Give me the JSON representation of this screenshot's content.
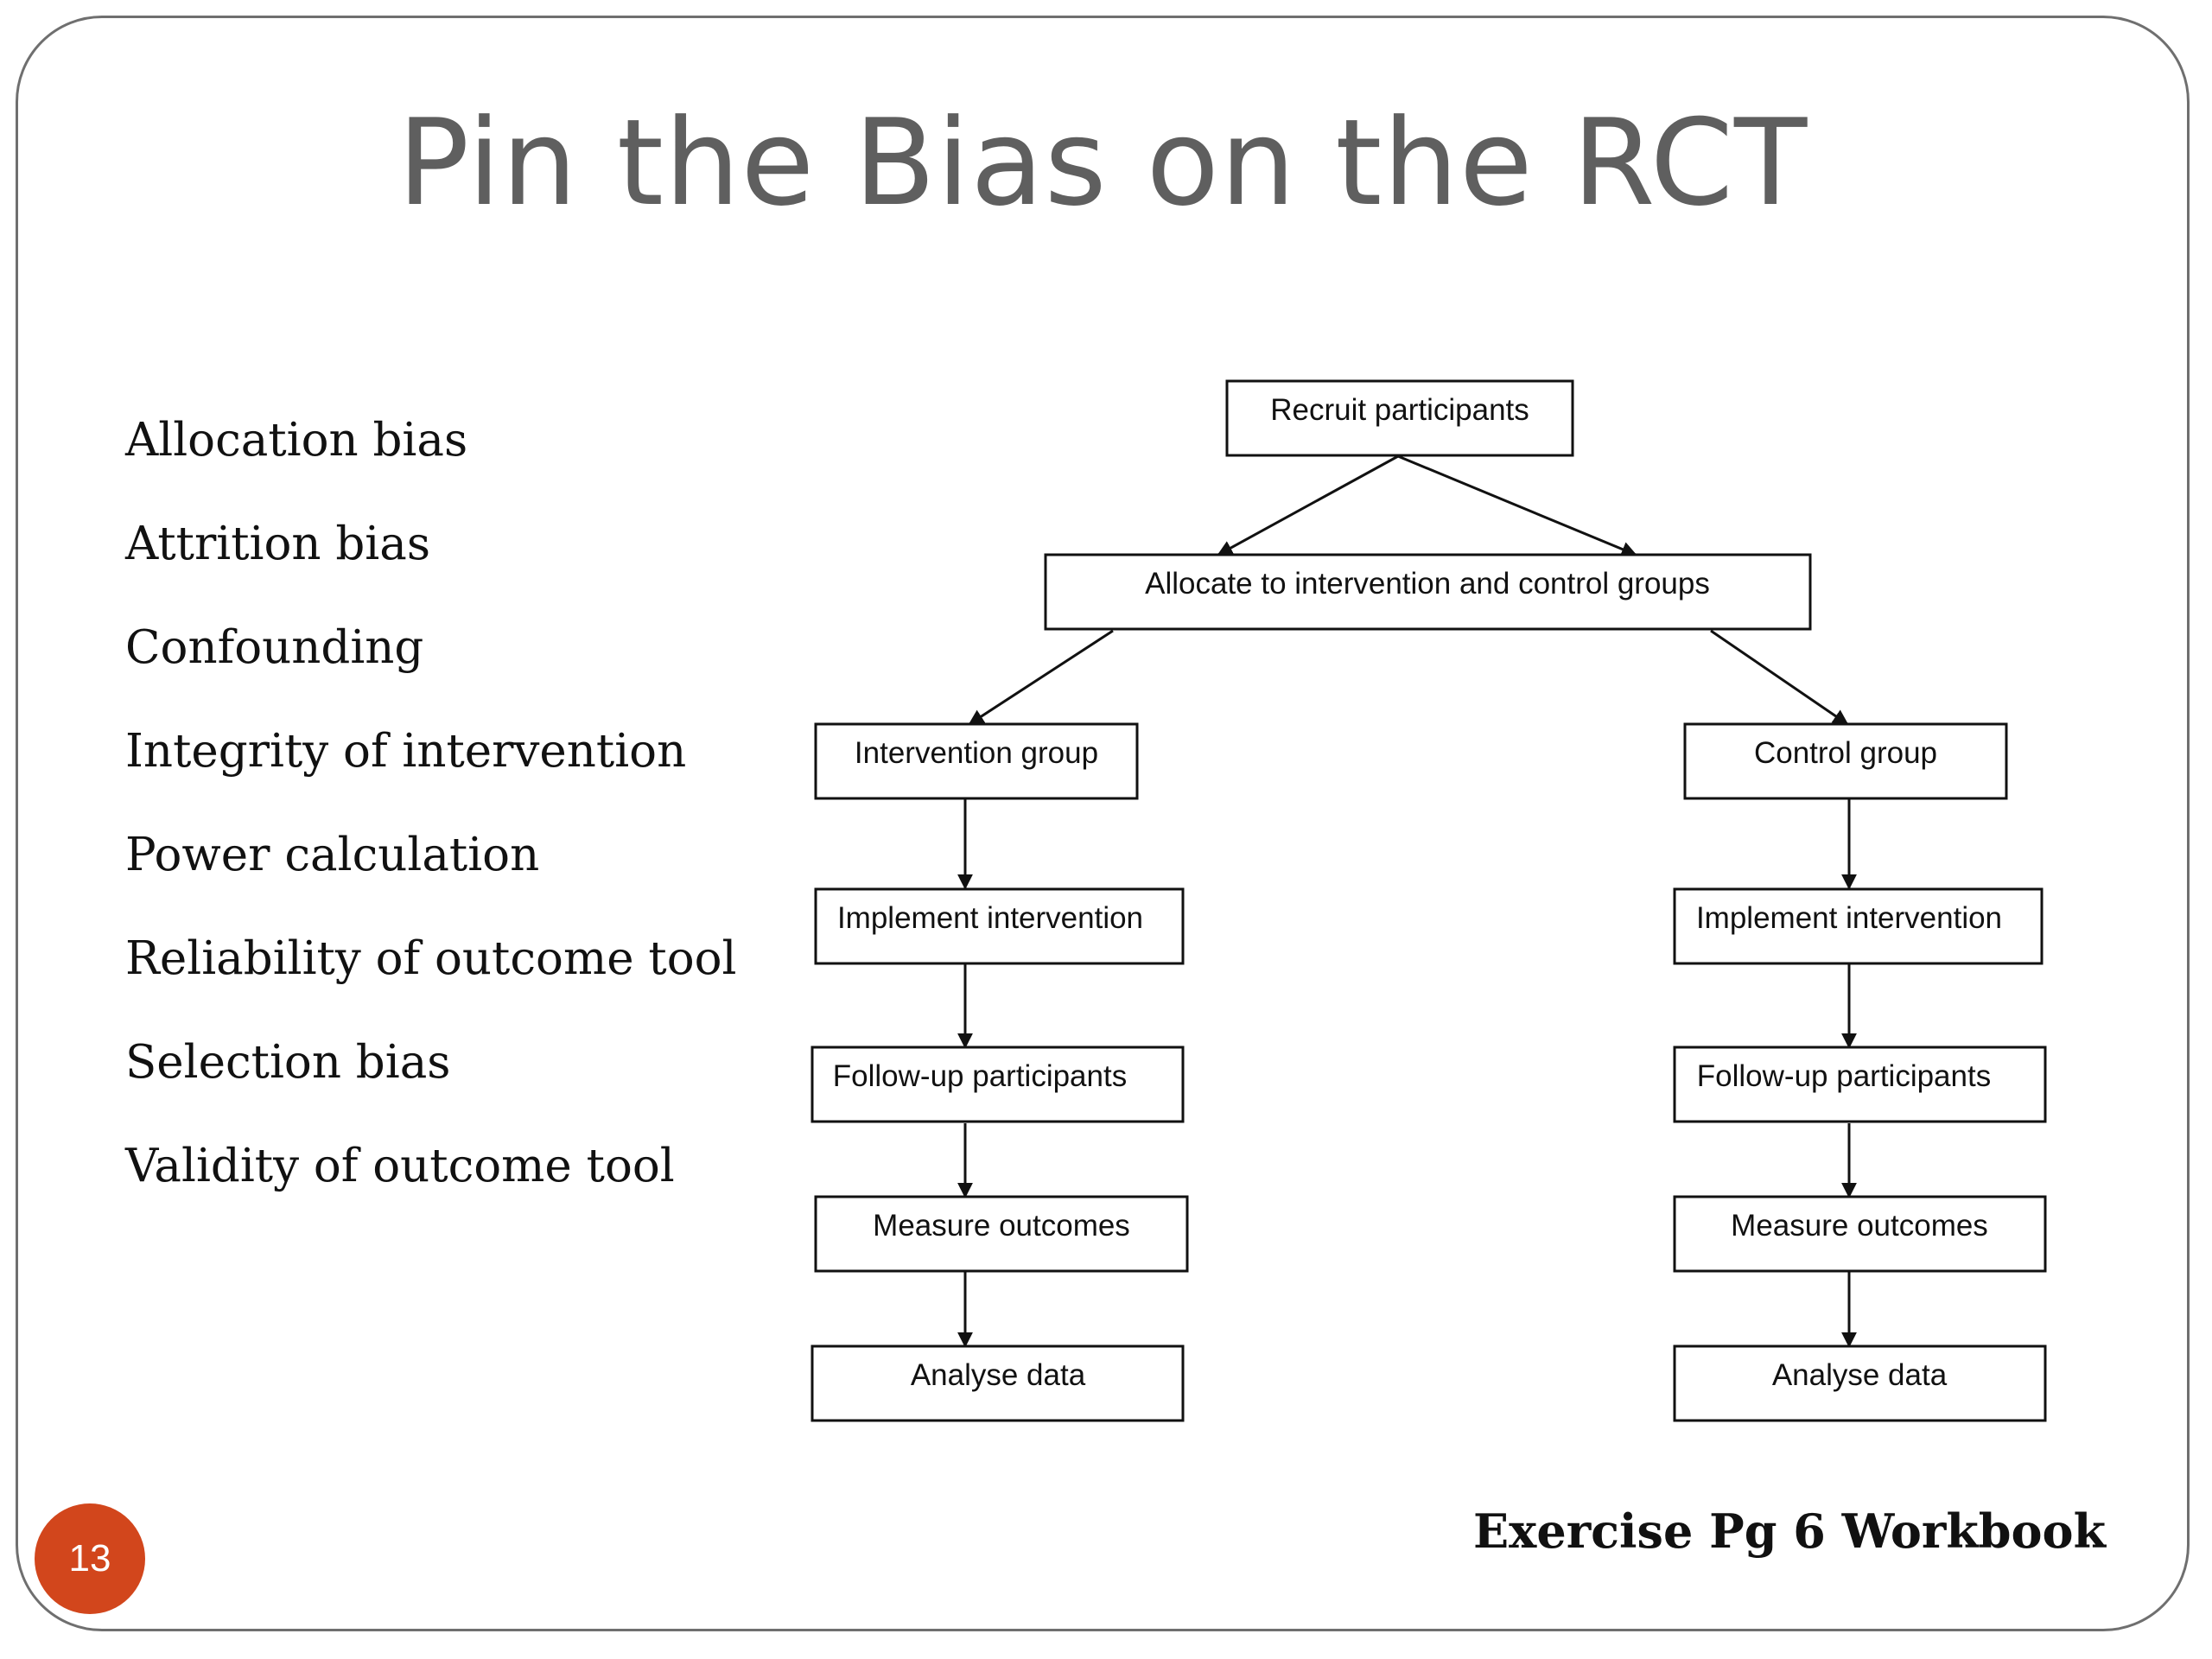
{
  "slide": {
    "title": "Pin the Bias on the RCT",
    "number": "13",
    "footer": "Exercise Pg 6 Workbook"
  },
  "bias_list": [
    "Allocation bias",
    "Attrition bias",
    "Confounding",
    "Integrity of intervention",
    "Power calculation",
    "Reliability of outcome tool",
    "Selection bias",
    "Validity of outcome tool"
  ],
  "flowchart": {
    "recruit": "Recruit participants",
    "allocate": "Allocate to intervention and control groups",
    "intervention_arm": {
      "group": "Intervention group",
      "implement": "Implement intervention",
      "follow_up": "Follow-up participants",
      "measure": "Measure outcomes",
      "analyse": "Analyse data"
    },
    "control_arm": {
      "group": "Control group",
      "implement": "Implement intervention",
      "follow_up": "Follow-up participants",
      "measure": "Measure outcomes",
      "analyse": "Analyse data"
    }
  }
}
